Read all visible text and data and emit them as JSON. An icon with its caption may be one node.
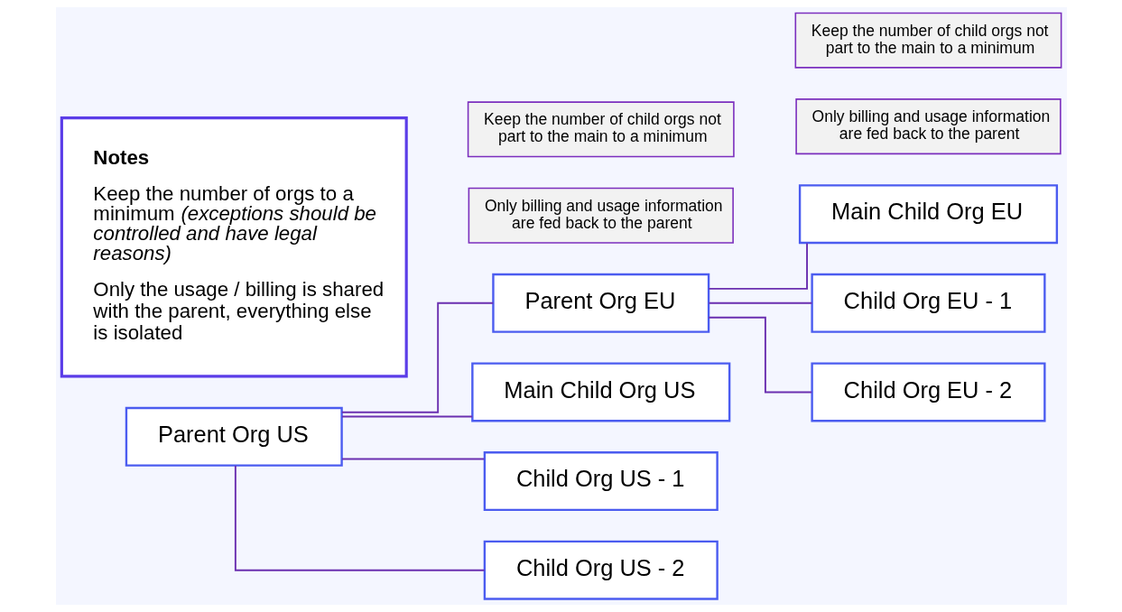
{
  "diagram": {
    "nodes": [
      {
        "text": [
          "Parent Org US"
        ]
      },
      {
        "text": [
          "Parent Org EU"
        ]
      },
      {
        "text": [
          "Main Child Org EU"
        ]
      },
      {
        "text": [
          "Child Org EU - 1"
        ]
      },
      {
        "text": [
          "Child Org EU - 2"
        ]
      },
      {
        "text": [
          "Main Child Org US"
        ]
      },
      {
        "text": [
          "Child Org US - 1"
        ]
      },
      {
        "text": [
          "Child Org US - 2"
        ]
      },
      {
        "text": [
          "Only billing and usage information are fed back to the parent"
        ]
      },
      {
        "text": [
          "Only billing and usage information are fed back to the parent"
        ]
      },
      {
        "text": [
          "Keep the number of child orgs not part to the main to a minimum"
        ]
      },
      {
        "text": [
          "Keep the number of child orgs not part to the main to a minimum"
        ]
      },
      {
        "text": [
          "Notes",
          "Keep the number of orgs to a minimum *(exceptions should be controlled and have legal reasons)*",
          "Only the usage / billing is shared with the parent, everything else is isolated"
        ]
      }
    ],
    "edges": [
      {
        "from": 0,
        "to": 1,
        "arrow": "none"
      },
      {
        "from": 0,
        "to": 5,
        "arrow": "none"
      },
      {
        "from": 0,
        "to": 6,
        "arrow": "none"
      },
      {
        "from": 0,
        "to": 7,
        "arrow": "none"
      },
      {
        "from": 1,
        "to": 2,
        "arrow": "none"
      },
      {
        "from": 1,
        "to": 3,
        "arrow": "none"
      },
      {
        "from": 1,
        "to": 4,
        "arrow": "none"
      }
    ]
  }
}
